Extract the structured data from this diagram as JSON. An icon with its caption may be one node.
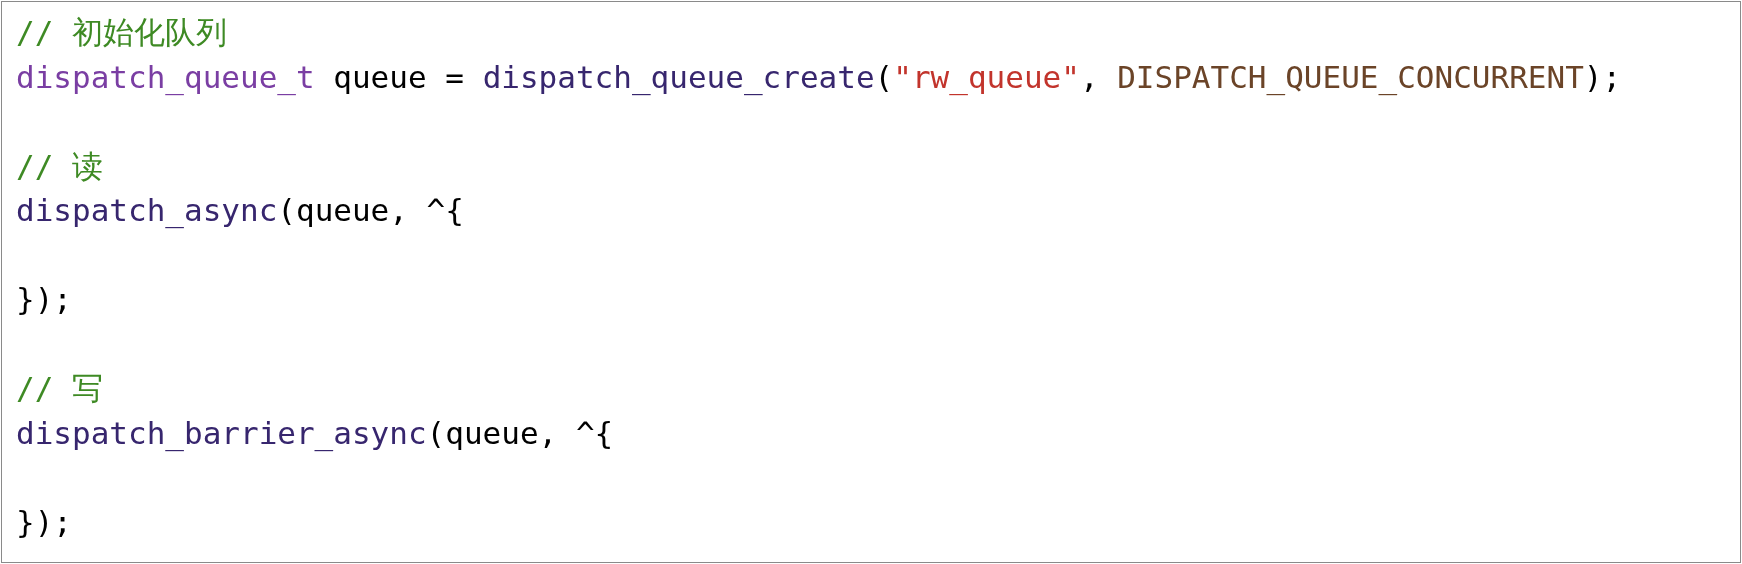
{
  "diagram": {
    "labels": [
      "// 初始化队列",
      "dispatch_queue_t queue = dispatch_queue_create(\"rw_queue\", DISPATCH_QUEUE_CONCURRENT);",
      "// 读",
      "dispatch_async(queue, ^{",
      "});",
      "// 写",
      "dispatch_barrier_async(queue, ^{",
      "});"
    ]
  }
}
